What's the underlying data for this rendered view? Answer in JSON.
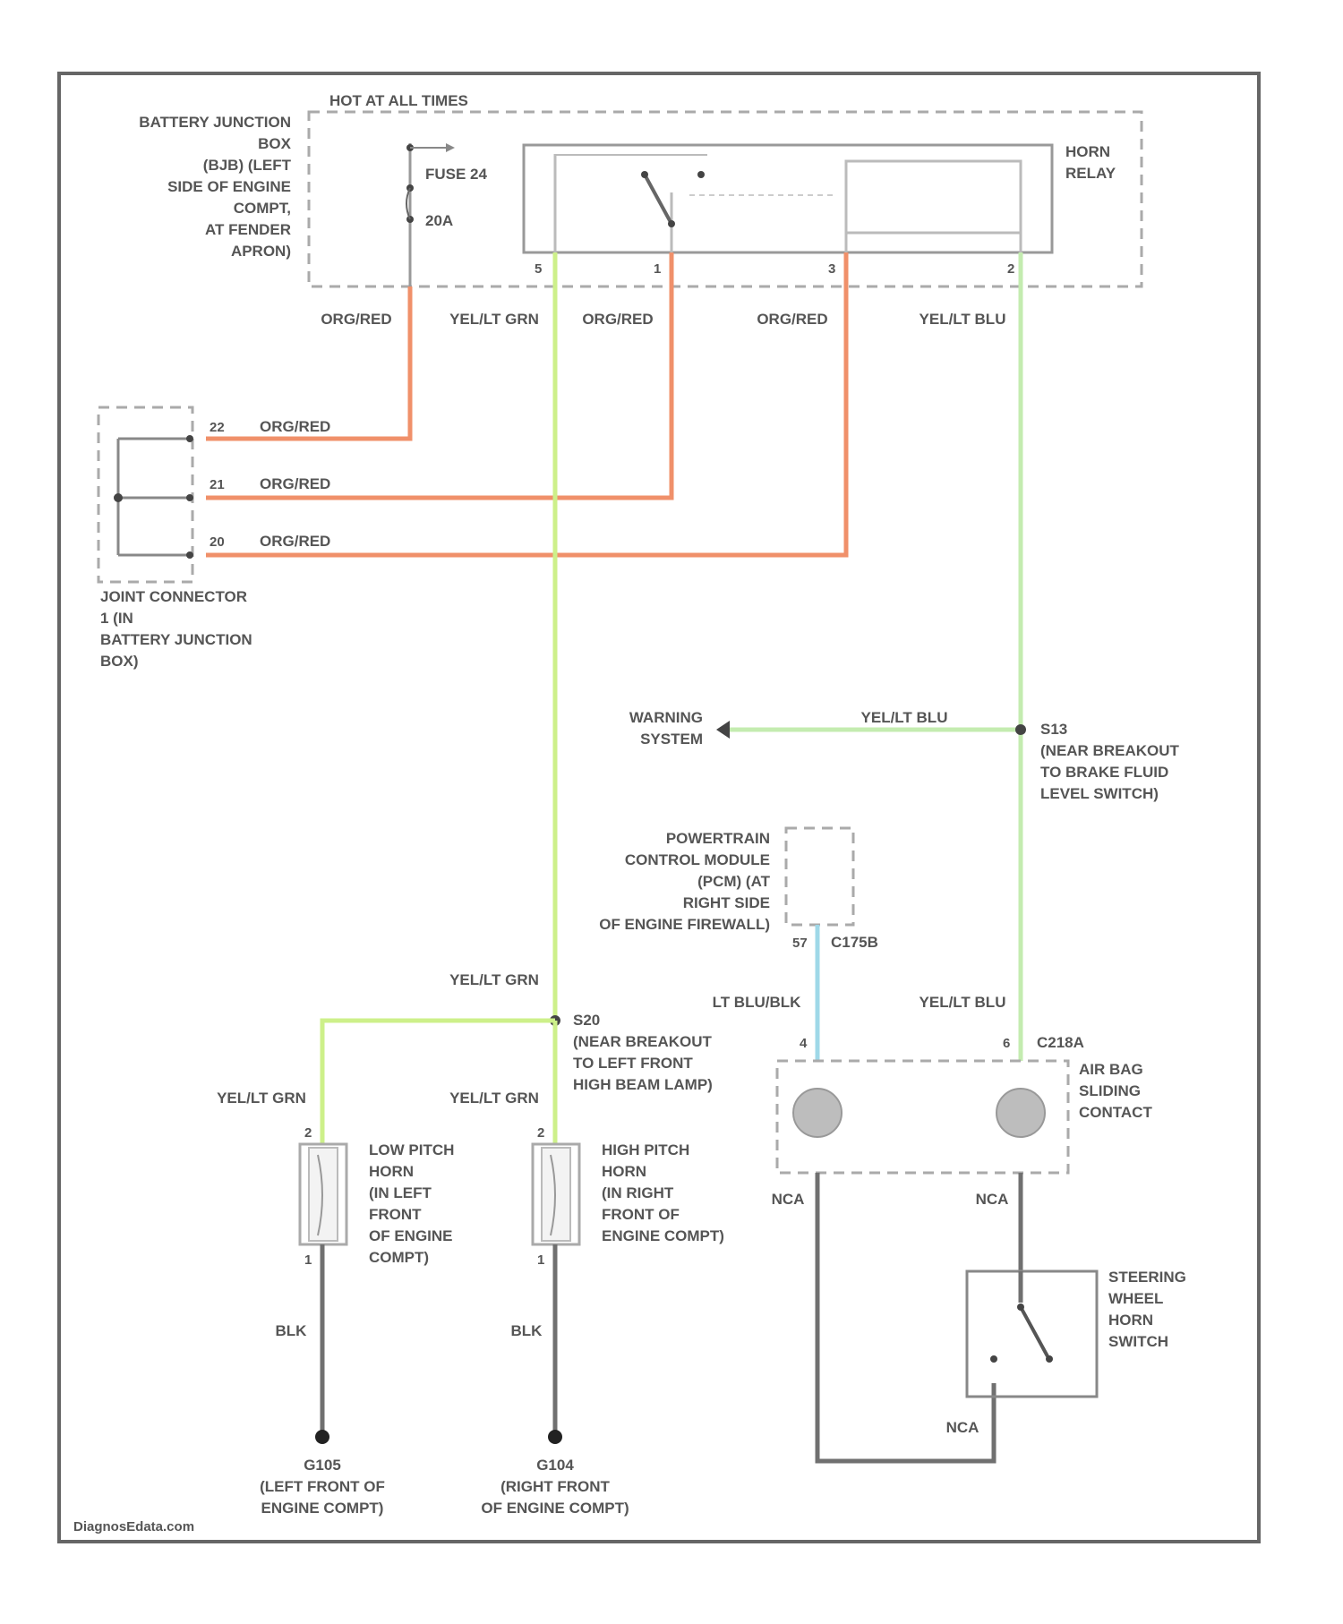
{
  "title_hot": "HOT AT ALL TIMES",
  "battery_box": [
    "BATTERY JUNCTION",
    "BOX",
    "(BJB) (LEFT",
    "SIDE OF ENGINE",
    "COMPT,",
    "AT FENDER",
    "APRON)"
  ],
  "fuse_label": "FUSE 24",
  "fuse_rating": "20A",
  "horn_relay": [
    "HORN",
    "RELAY"
  ],
  "relay_pins": [
    "5",
    "1",
    "3",
    "2"
  ],
  "wire_colors_top": [
    "ORG/RED",
    "YEL/LT GRN",
    "ORG/RED",
    "ORG/RED",
    "YEL/LT BLU"
  ],
  "joint_connector": {
    "pins": [
      "22",
      "21",
      "20"
    ],
    "wire": "ORG/RED",
    "label": [
      "JOINT CONNECTOR",
      "1 (IN",
      "BATTERY JUNCTION",
      "BOX)"
    ]
  },
  "warning_system": [
    "WARNING",
    "SYSTEM"
  ],
  "warning_wire": "YEL/LT BLU",
  "splice_s13": [
    "S13",
    "(NEAR BREAKOUT",
    "TO BRAKE FLUID",
    "LEVEL SWITCH)"
  ],
  "pcm": [
    "POWERTRAIN",
    "CONTROL MODULE",
    "(PCM) (AT",
    "RIGHT SIDE",
    "OF ENGINE FIREWALL)"
  ],
  "pcm_pin": "57",
  "pcm_conn": "C175B",
  "wire_ltblu": "LT BLU/BLK",
  "wire_yel_grn": "YEL/LT GRN",
  "wire_yel_blu": "YEL/LT BLU",
  "splice_s20": [
    "S20",
    "(NEAR BREAKOUT",
    "TO LEFT FRONT",
    "HIGH BEAM LAMP)"
  ],
  "airbag_pins": [
    "4",
    "6"
  ],
  "airbag_conn": "C218A",
  "airbag": [
    "AIR BAG",
    "SLIDING",
    "CONTACT"
  ],
  "low_horn": [
    "LOW PITCH",
    "HORN",
    "(IN LEFT",
    "FRONT",
    "OF ENGINE",
    "COMPT)"
  ],
  "high_horn": [
    "HIGH PITCH",
    "HORN",
    "(IN RIGHT",
    "FRONT OF",
    "ENGINE COMPT)"
  ],
  "horn_pins": [
    "2",
    "1"
  ],
  "blk": "BLK",
  "nca": "NCA",
  "steering": [
    "STEERING",
    "WHEEL",
    "HORN",
    "SWITCH"
  ],
  "g105": [
    "G105",
    "(LEFT FRONT OF",
    "ENGINE COMPT)"
  ],
  "g104": [
    "G104",
    "(RIGHT FRONT",
    "OF ENGINE COMPT)"
  ],
  "credit": "DiagnosEdata.com"
}
